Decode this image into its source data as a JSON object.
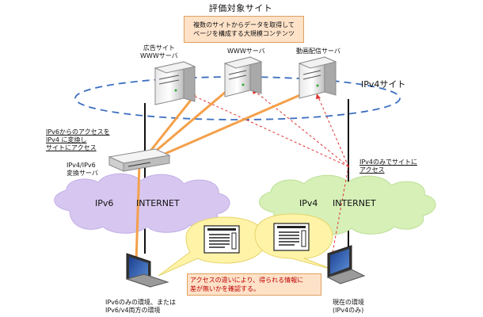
{
  "title": "評価対象サイト",
  "evaluation_box": {
    "line1": "複数のサイトからデータを取得して",
    "line2": "ページを構成する大規模コンテンツ"
  },
  "servers": {
    "ad_line1": "広告サイト",
    "ad_line2": "WWWサーバ",
    "www": "WWWサーバ",
    "video": "動画配信サーバ"
  },
  "ipv4_site_label": "IPv4サイト",
  "ipv6_access_note": {
    "line1": "IPv6からのアクセスを",
    "line2": "IPv4 に変換し",
    "line3": "サイトにアクセス"
  },
  "converter": {
    "line1": "IPv4/IPv6",
    "line2": "変換サーバ"
  },
  "ipv4_only_note": {
    "line1": "IPv4のみでサイトに",
    "line2": "アクセス"
  },
  "clouds": {
    "ipv6_name": "IPv6",
    "ipv6_internet": "INTERNET",
    "ipv4_name": "IPv4",
    "ipv4_internet": "INTERNET"
  },
  "note": {
    "line1": "アクセスの違いにより、得られる情報に",
    "line2": "差が無いかを確認する。"
  },
  "left_pc": {
    "line1": "IPv6のみの環境、または",
    "line2": "IPv6/v4両方の環境"
  },
  "right_pc": {
    "line1": "現在の環境",
    "line2": "(IPv4のみ)"
  },
  "colors": {
    "orange_link": "#f4a04a",
    "red_link": "#e03030",
    "ipv6_cloud": "#d7c7f0",
    "ipv4_cloud": "#d6f0b8",
    "ellipse": "#3d6fc0",
    "bubble": "#fff3a8"
  }
}
